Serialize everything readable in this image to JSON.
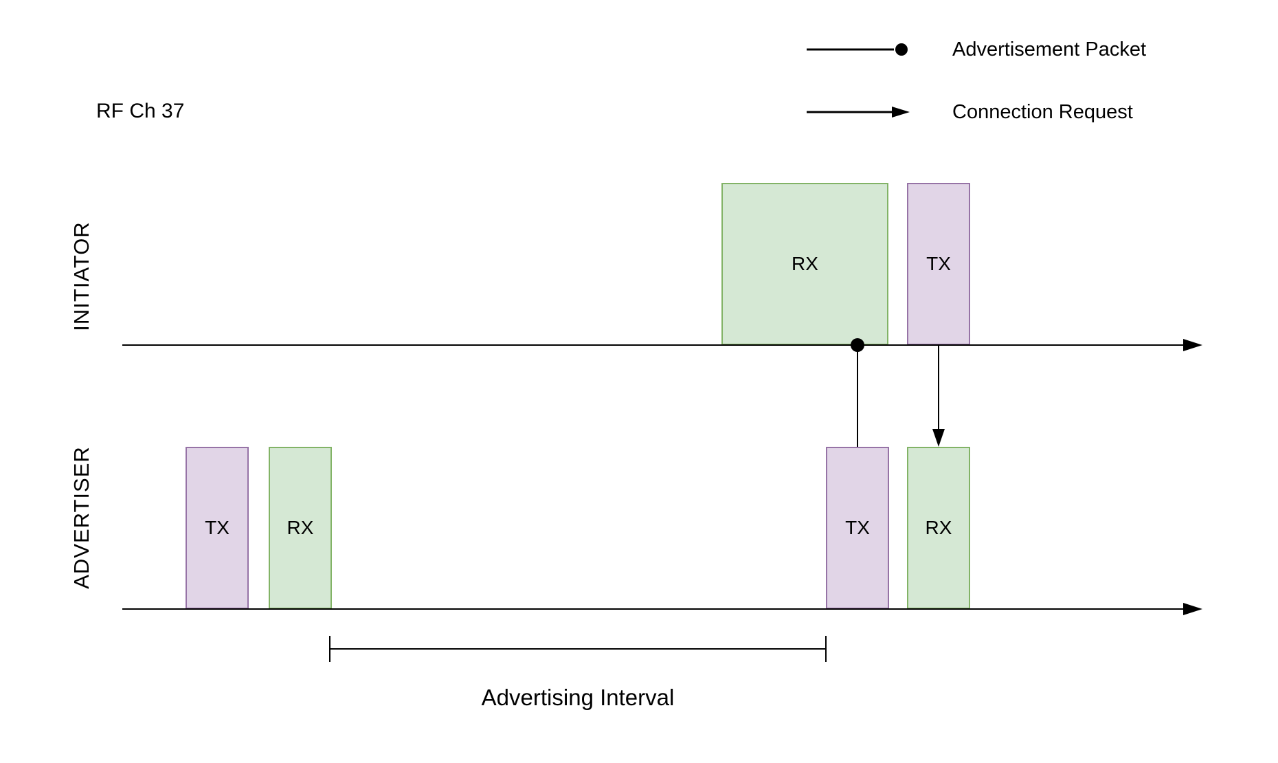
{
  "channel_label": "RF Ch 37",
  "legend": {
    "items": [
      {
        "label": "Advertisement Packet",
        "marker": "line-with-dot"
      },
      {
        "label": "Connection Request",
        "marker": "arrow"
      }
    ]
  },
  "lanes": {
    "initiator": {
      "name": "INITIATOR",
      "boxes": [
        {
          "label": "RX",
          "color": "green"
        },
        {
          "label": "TX",
          "color": "purple"
        }
      ]
    },
    "advertiser": {
      "name": "ADVERTISER",
      "boxes": [
        {
          "label": "TX",
          "color": "purple"
        },
        {
          "label": "RX",
          "color": "green"
        },
        {
          "label": "TX",
          "color": "purple"
        },
        {
          "label": "RX",
          "color": "green"
        }
      ]
    }
  },
  "interval": {
    "label": "Advertising Interval"
  },
  "colors": {
    "background": "#FFFFFF",
    "purple_fill": "#E1D5E7",
    "purple_border": "#9673A6",
    "green_fill": "#D5E8D4",
    "green_border": "#82B366",
    "line": "#000000",
    "text": "#000000"
  }
}
